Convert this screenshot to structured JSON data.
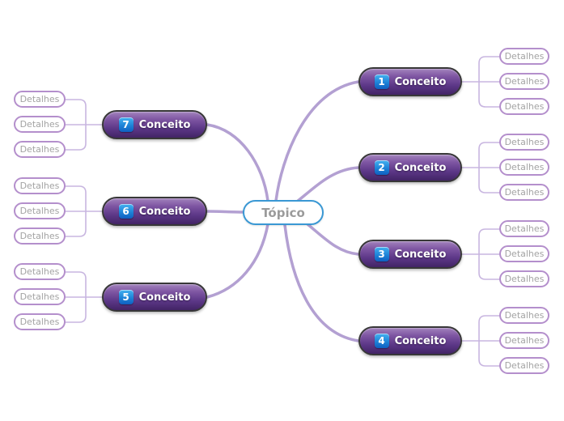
{
  "center": {
    "label": "Tópico"
  },
  "branches": [
    {
      "number": "1",
      "label": "Conceito",
      "side": "right",
      "details": [
        "Detalhes",
        "Detalhes",
        "Detalhes"
      ]
    },
    {
      "number": "2",
      "label": "Conceito",
      "side": "right",
      "details": [
        "Detalhes",
        "Detalhes",
        "Detalhes"
      ]
    },
    {
      "number": "3",
      "label": "Conceito",
      "side": "right",
      "details": [
        "Detalhes",
        "Detalhes",
        "Detalhes"
      ]
    },
    {
      "number": "4",
      "label": "Conceito",
      "side": "right",
      "details": [
        "Detalhes",
        "Detalhes",
        "Detalhes"
      ]
    },
    {
      "number": "5",
      "label": "Conceito",
      "side": "left",
      "details": [
        "Detalhes",
        "Detalhes",
        "Detalhes"
      ]
    },
    {
      "number": "6",
      "label": "Conceito",
      "side": "left",
      "details": [
        "Detalhes",
        "Detalhes",
        "Detalhes"
      ]
    },
    {
      "number": "7",
      "label": "Conceito",
      "side": "left",
      "details": [
        "Detalhes",
        "Detalhes",
        "Detalhes"
      ]
    }
  ],
  "colors": {
    "branch_line": "#b3a0d2",
    "detail_line": "#c8b6e0",
    "concept_gradient_top": "#a283bd",
    "concept_gradient_bottom": "#422465",
    "concept_border": "#383838",
    "badge_blue_top": "#45b2f0",
    "badge_blue_bottom": "#0f5fc0",
    "center_border": "#3a98d4",
    "detail_border": "#b48fcc",
    "muted_text": "#9b9b9b"
  }
}
